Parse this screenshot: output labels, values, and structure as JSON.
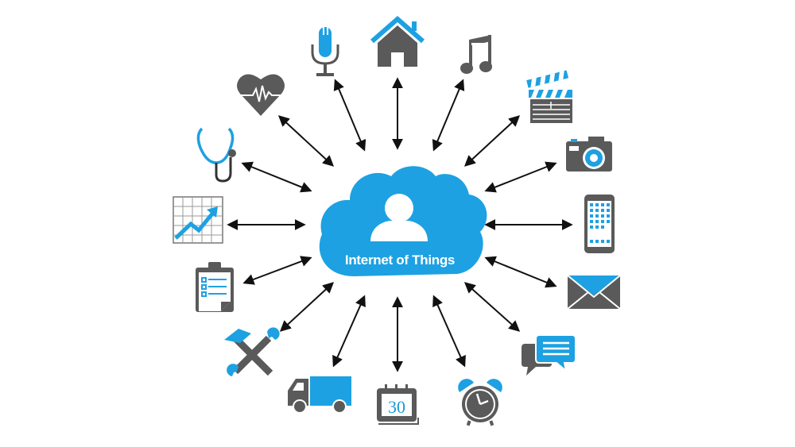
{
  "diagram": {
    "title": "Internet of Things",
    "center": {
      "label": "Internet of Things",
      "icon": "user-icon",
      "shape": "cloud"
    },
    "colors": {
      "accent_blue": "#1da1e2",
      "icon_gray": "#5a5a5a",
      "arrow": "#111111",
      "background": "#ffffff"
    },
    "nodes": [
      {
        "id": "microphone",
        "icon": "microphone-icon"
      },
      {
        "id": "home",
        "icon": "house-icon"
      },
      {
        "id": "music",
        "icon": "music-note-icon"
      },
      {
        "id": "video",
        "icon": "clapperboard-icon"
      },
      {
        "id": "camera",
        "icon": "camera-icon"
      },
      {
        "id": "smartphone",
        "icon": "smartphone-icon"
      },
      {
        "id": "email",
        "icon": "envelope-icon"
      },
      {
        "id": "chat",
        "icon": "chat-bubbles-icon"
      },
      {
        "id": "alarm",
        "icon": "alarm-clock-icon"
      },
      {
        "id": "calendar",
        "icon": "calendar-icon",
        "label": "30"
      },
      {
        "id": "delivery",
        "icon": "truck-icon"
      },
      {
        "id": "tools",
        "icon": "hammer-wrench-icon"
      },
      {
        "id": "checklist",
        "icon": "clipboard-icon"
      },
      {
        "id": "analytics",
        "icon": "growth-chart-icon"
      },
      {
        "id": "medical",
        "icon": "stethoscope-icon"
      },
      {
        "id": "health",
        "icon": "heartbeat-icon"
      }
    ],
    "connections": "bidirectional arrows from each node to the central cloud"
  }
}
